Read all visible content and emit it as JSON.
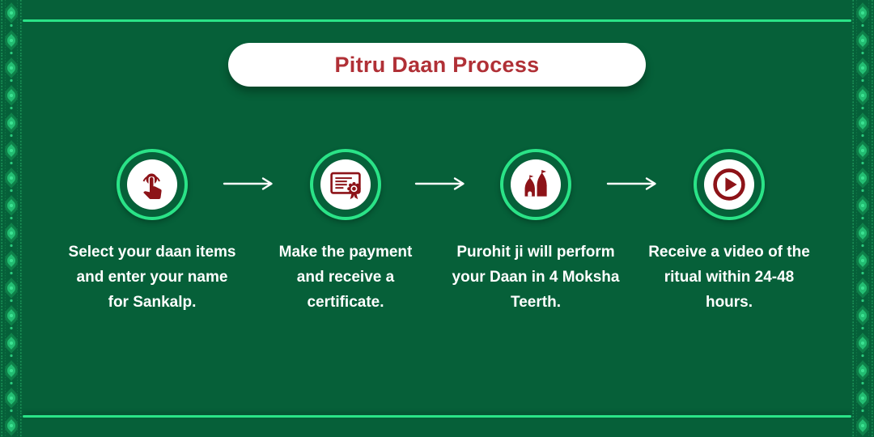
{
  "colors": {
    "background_green": "#066039",
    "accent_green": "#2AE387",
    "title_red": "#B03036",
    "icon_maroon": "#8D1318",
    "text_white": "#FFFFFF"
  },
  "title": {
    "label": "Pitru Daan Process"
  },
  "steps": [
    {
      "icon": "tap-icon",
      "lines": [
        "Select your daan items",
        "and enter your name",
        "for Sankalp."
      ]
    },
    {
      "icon": "certificate-icon",
      "lines": [
        "Make the payment",
        "and receive a",
        "certificate."
      ]
    },
    {
      "icon": "temple-icon",
      "lines": [
        "Purohit ji will perform",
        "your Daan in 4 Moksha",
        "Teerth."
      ]
    },
    {
      "icon": "play-icon",
      "lines": [
        "Receive a video of the",
        "ritual within 24-48",
        "hours."
      ]
    }
  ],
  "arrow": {
    "icon": "right-arrow-icon"
  }
}
